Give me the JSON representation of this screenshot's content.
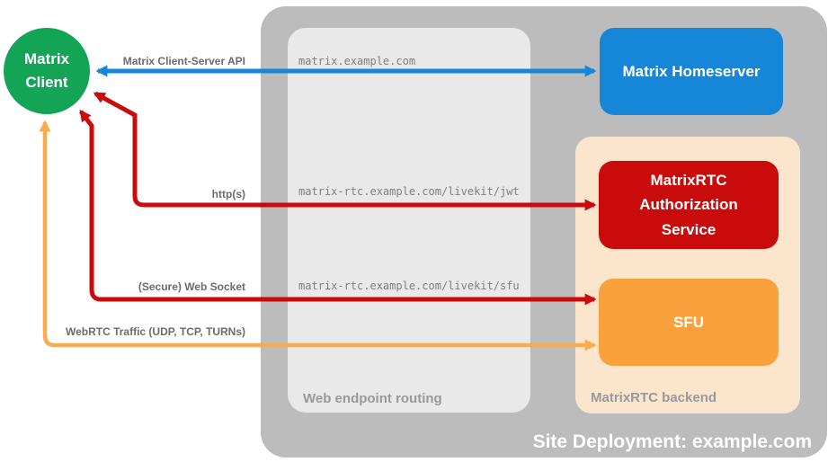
{
  "colors": {
    "blue": "#1687D8",
    "green": "#13A455",
    "red": "#C90B0B",
    "orange_box": "#F9A13C",
    "orange_arrow": "#F8AC4C",
    "deployment_bg": "#BCBCBC",
    "routing_bg": "#E9E9E9",
    "backend_bg": "#FBE5CC",
    "label_gray": "#6B6B6B",
    "url_gray": "#7F7F7F"
  },
  "client": {
    "label": "Matrix Client"
  },
  "nodes": {
    "homeserver": {
      "label": "Matrix Homeserver"
    },
    "auth_service": {
      "label": "MatrixRTC Authorization Service"
    },
    "sfu": {
      "label": "SFU"
    }
  },
  "routing": {
    "label": "Web endpoint routing",
    "endpoints": [
      "matrix.example.com",
      "matrix-rtc.example.com/livekit/jwt",
      "matrix-rtc.example.com/livekit/sfu"
    ]
  },
  "backend": {
    "label": "MatrixRTC backend"
  },
  "deployment": {
    "label": "Site Deployment: example.com"
  },
  "arrows": [
    {
      "id": "client-server-api",
      "label": "Matrix Client-Server API",
      "color": "#1687D8"
    },
    {
      "id": "https",
      "label": "http(s)",
      "color": "#C90B0B"
    },
    {
      "id": "secure-web-socket",
      "label": "(Secure) Web Socket",
      "color": "#C90B0B"
    },
    {
      "id": "webrtc-traffic",
      "label": "WebRTC Traffic (UDP, TCP, TURNs)",
      "color": "#F8AC4C"
    }
  ]
}
